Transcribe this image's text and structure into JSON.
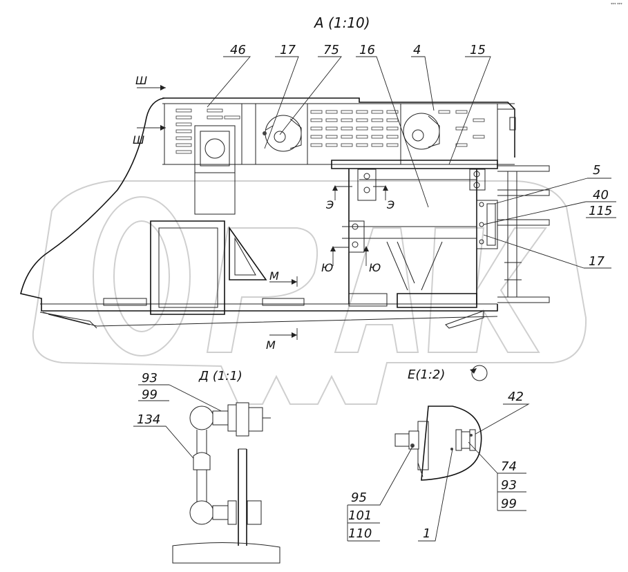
{
  "views": {
    "main": "А (1:10)",
    "detail_d": "Д (1:1)",
    "detail_e": "Е(1:2)"
  },
  "section_marks": {
    "sh": "Ш",
    "e": "Э",
    "yu": "Ю",
    "m": "М"
  },
  "callouts_main": {
    "c46": "46",
    "c17a": "17",
    "c75": "75",
    "c16": "16",
    "c4": "4",
    "c15": "15",
    "c5": "5",
    "c40": "40",
    "c115": "115",
    "c17b": "17"
  },
  "callouts_d": {
    "c93": "93",
    "c99": "99",
    "c134": "134"
  },
  "callouts_e": {
    "c42": "42",
    "c74": "74",
    "c93": "93",
    "c99": "99",
    "c95": "95",
    "c101": "101",
    "c110": "110",
    "c1": "1"
  },
  "corner_mark": "*** ***"
}
